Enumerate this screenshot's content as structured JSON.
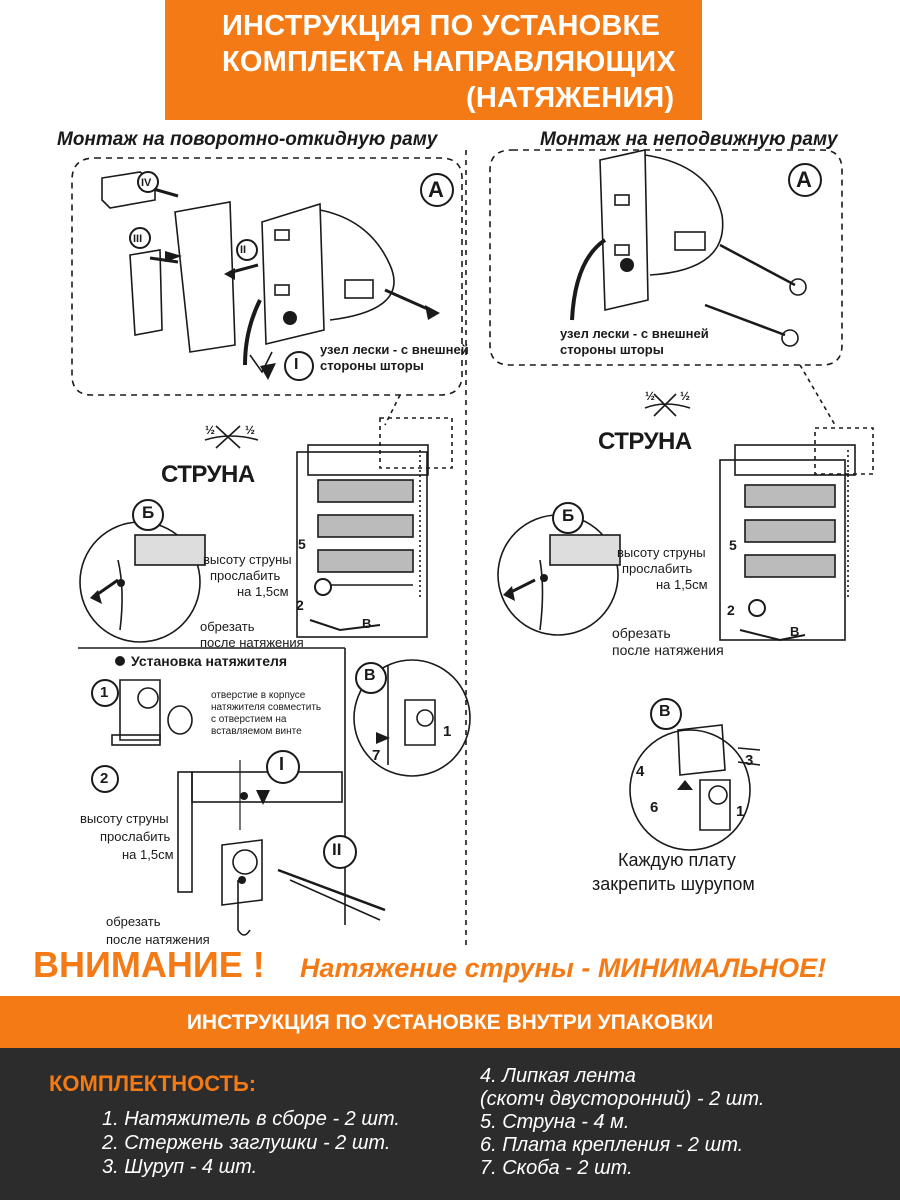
{
  "header": {
    "line1": "ИНСТРУКЦИЯ ПО УСТАНОВКЕ",
    "line2": "КОМПЛЕКТА НАПРАВЛЯЮЩИХ",
    "line3": "(НАТЯЖЕНИЯ)"
  },
  "left_section": {
    "title": "Монтаж на поворотно-откидную раму",
    "marker_a": "А",
    "roman_1": "I",
    "roman_2": "II",
    "roman_3": "III",
    "roman_4": "IV",
    "knot_note_line1": "узел лески - с внешней",
    "knot_note_line2": "стороны шторы",
    "string_label": "СТРУНА",
    "half_left": "½",
    "half_right": "½",
    "marker_b": "Б",
    "marker_v": "В",
    "num_5": "5",
    "num_2": "2",
    "slack_line1": "высоту струны",
    "slack_line2": "прослабить",
    "slack_line3": "на 1,5см",
    "cut_line1": "обрезать",
    "cut_line2": "после натяжения"
  },
  "right_section": {
    "title": "Монтаж на неподвижную раму",
    "marker_a": "А",
    "knot_note_line1": "узел лески - с внешней",
    "knot_note_line2": "стороны шторы",
    "string_label": "СТРУНА",
    "half_left": "½",
    "half_right": "½",
    "marker_b": "Б",
    "marker_v": "В",
    "num_5": "5",
    "num_2": "2",
    "slack_line1": "высоту струны",
    "slack_line2": "прослабить",
    "slack_line3": "на 1,5см",
    "cut_line1": "обрезать",
    "cut_line2": "после натяжения",
    "plate_marker": "В",
    "plate_num_4": "4",
    "plate_num_3": "3",
    "plate_num_6": "6",
    "plate_num_1": "1",
    "plate_note_line1": "Каждую плату",
    "plate_note_line2": "закрепить шурупом"
  },
  "tensioner": {
    "title": "Установка натяжителя",
    "step1": "1",
    "step1_note_line1": "отверстие в корпусе",
    "step1_note_line2": "натяжителя совместить",
    "step1_note_line3": "с отверстием на",
    "step1_note_line4": "вставляемом винте",
    "step2": "2",
    "roman_1": "I",
    "roman_2": "II",
    "slack_line1": "высоту струны",
    "slack_line2": "прослабить",
    "slack_line3": "на 1,5см",
    "cut_line1": "обрезать",
    "cut_line2": "после натяжения",
    "detail_marker": "В",
    "detail_num_7": "7",
    "detail_num_1": "1"
  },
  "warning": {
    "big": "ВНИМАНИЕ !",
    "text": "Натяжение струны - МИНИМАЛЬНОЕ!"
  },
  "package_bar": "ИНСТРУКЦИЯ ПО УСТАНОВКЕ ВНУТРИ УПАКОВКИ",
  "kit": {
    "title": "КОМПЛЕКТНОСТЬ:",
    "items_left": [
      "1. Натяжитель в сборе - 2 шт.",
      "2. Стержень заглушки - 2 шт.",
      "3. Шуруп - 4 шт."
    ],
    "items_right": [
      "4. Липкая лента",
      "(скотч двусторонний) - 2 шт.",
      "5. Струна - 4 м.",
      "6. Плата крепления - 2 шт.",
      "7. Скоба - 2 шт."
    ]
  },
  "colors": {
    "accent": "#f47a16",
    "dark_panel": "#2c2c2c",
    "line": "#1a1a1a"
  }
}
